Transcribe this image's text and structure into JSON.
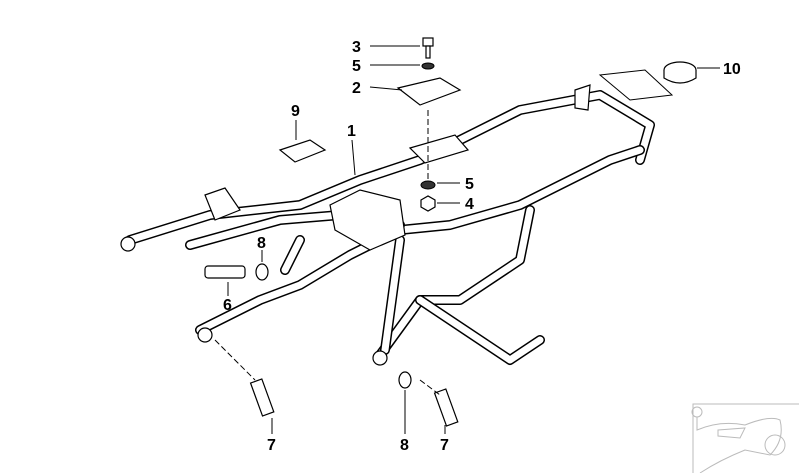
{
  "diagram": {
    "callouts": [
      {
        "id": "c3-top",
        "label": "3"
      },
      {
        "id": "c5-top",
        "label": "5"
      },
      {
        "id": "c2",
        "label": "2"
      },
      {
        "id": "c9",
        "label": "9"
      },
      {
        "id": "c1",
        "label": "1"
      },
      {
        "id": "c10",
        "label": "10"
      },
      {
        "id": "c5-mid",
        "label": "5"
      },
      {
        "id": "c4",
        "label": "4"
      },
      {
        "id": "c8-left",
        "label": "8"
      },
      {
        "id": "c6",
        "label": "6"
      },
      {
        "id": "c7-left",
        "label": "7"
      },
      {
        "id": "c8-bottom",
        "label": "8"
      },
      {
        "id": "c7-right",
        "label": "7"
      }
    ]
  }
}
